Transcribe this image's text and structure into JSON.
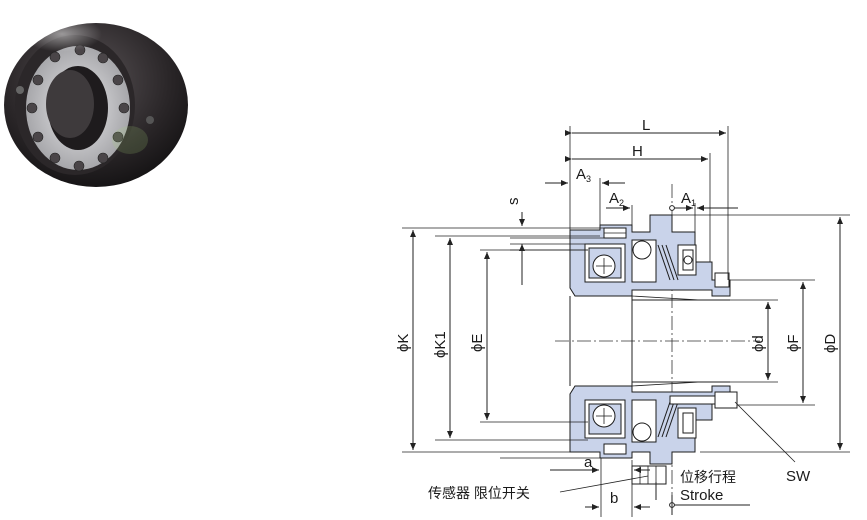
{
  "photo": {
    "name": "torque limiter product photo"
  },
  "labels": {
    "L": "L",
    "H": "H",
    "A3": "A",
    "A3_sub": "3",
    "A2": "A",
    "A2_sub": "2",
    "A1": "A",
    "A1_sub": "1",
    "s": "s",
    "phiK": "ϕK",
    "phiK1": "ϕK1",
    "phiE": "ϕE",
    "phid": "ϕd",
    "phiF": "ϕF",
    "phiD": "ϕD",
    "a": "a",
    "b": "b",
    "SW": "SW",
    "sensor": "传感器  限位开关",
    "stroke_cn": "位移行程",
    "stroke_en": "Stroke"
  },
  "colors": {
    "part_fill": "#c9d3ea",
    "line": "#1c1c1c"
  }
}
